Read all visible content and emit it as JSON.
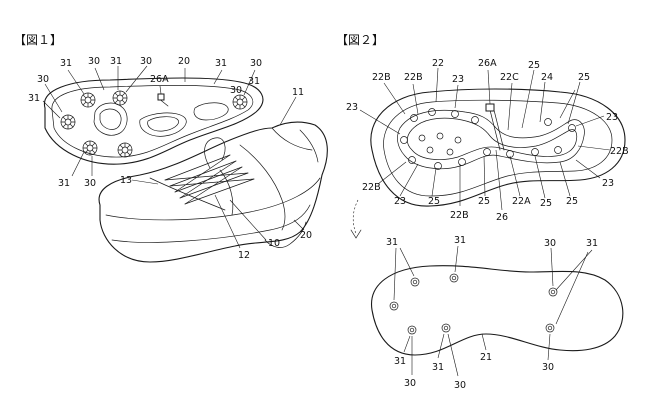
{
  "figure1": {
    "title": "【図１】",
    "labels": {
      "l30a": "30",
      "l31a": "31",
      "l31b": "31",
      "l30b": "30",
      "l31c": "31",
      "l30c": "30",
      "l26a": "26A",
      "l20a": "20",
      "l31d": "31",
      "l30d": "30",
      "l11": "11",
      "l31e": "31",
      "l30e": "30",
      "l13": "13",
      "l30f": "30",
      "l31f": "31",
      "l10": "10",
      "l12": "12",
      "l20b": "20"
    }
  },
  "figure2": {
    "title": "【図２】",
    "labels": {
      "l22b1": "22B",
      "l22b2": "22B",
      "l23a": "23",
      "l22": "22",
      "l26a": "26A",
      "l25a": "25",
      "l22c": "22C",
      "l24": "24",
      "l25b": "25",
      "l23b": "23",
      "l23c": "23",
      "l22b3": "22B",
      "l22b4": "22B",
      "l23d": "23",
      "l25c": "25",
      "l22b5": "22B",
      "l25d": "25",
      "l26": "26",
      "l22a": "22A",
      "l25e": "25",
      "l23e": "23",
      "l25f": "25"
    }
  },
  "figure2b": {
    "labels": {
      "l31a": "31",
      "l31b": "31",
      "l30a": "30",
      "l31c": "31",
      "l31d": "31",
      "l30b": "30",
      "l31e": "31",
      "l30c": "30",
      "l21": "21",
      "l30d": "30"
    }
  }
}
